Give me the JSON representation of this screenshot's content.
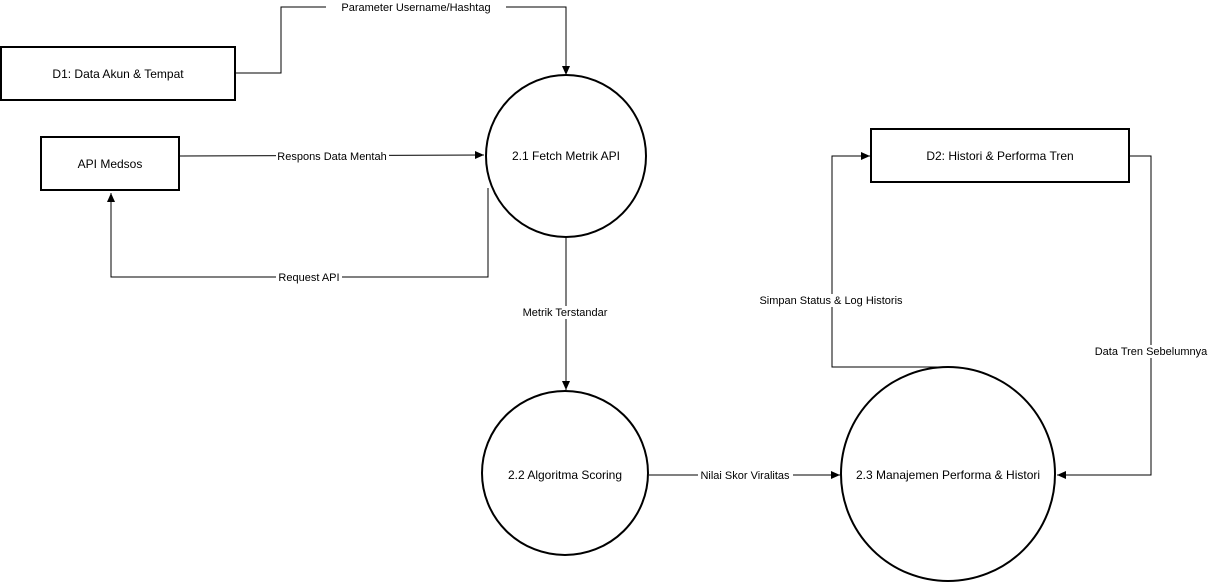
{
  "nodes": {
    "d1": "D1: Data Akun & Tempat",
    "api_medsos": "API Medsos",
    "p21": "2.1 Fetch Metrik API",
    "p22": "2.2 Algoritma Scoring",
    "p23": "2.3 Manajemen Performa & Histori",
    "d2": "D2: Histori & Performa Tren"
  },
  "flows": {
    "param": "Parameter Username/Hashtag",
    "respons": "Respons Data Mentah",
    "request": "Request API",
    "metrik": "Metrik Terstandar",
    "nilai": "Nilai Skor Viralitas",
    "simpan": "Simpan Status & Log Historis",
    "tren": "Data Tren Sebelumnya"
  }
}
